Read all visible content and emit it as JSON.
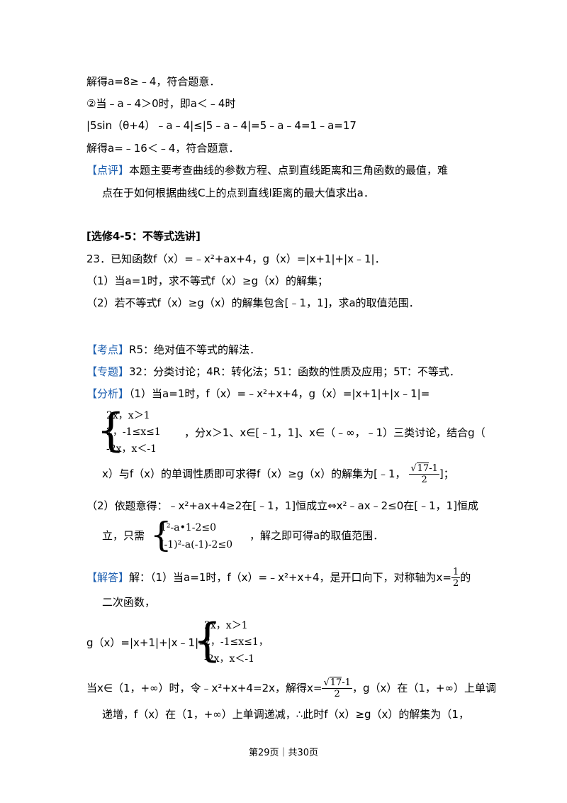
{
  "lines": {
    "l1": "解得a=8≥﹣4，符合题意．",
    "l2": "②当﹣a﹣4＞0时，即a＜﹣4时",
    "l3": "|5sin（θ+4）﹣a﹣4|≤|5﹣a﹣4|=5﹣a﹣4=1﹣a=17",
    "l4": "解得a=﹣16＜﹣4，符合题意．",
    "comment_tag": "【点评】",
    "comment_text": "本题主要考查曲线的参数方程、点到直线距离和三角函数的最值，难",
    "comment_text2": "点在于如何根据曲线C上的点到直线l距离的最大值求出a．",
    "section": "[选修4-5：不等式选讲]",
    "q23": "23．已知函数f（x）=﹣x²+ax+4，g（x）=|x+1|+|x﹣1|．",
    "q23_1": "（1）当a=1时，求不等式f（x）≥g（x）的解集；",
    "q23_2": "（2）若不等式f（x）≥g（x）的解集包含[﹣1，1]，求a的取值范围．",
    "kaodian_tag": "【考点】",
    "kaodian_text": "R5：绝对值不等式的解法．",
    "zhuanti_tag": "【专题】",
    "zhuanti_text": "32：分类讨论；4R：转化法；51：函数的性质及应用；5T：不等式．",
    "fenxi_tag": "【分析】",
    "fenxi_text": "（1）当a=1时，f（x）=﹣x²+x+4，g（x）=|x+1|+|x﹣1|=",
    "fenxi_case1": "2x，x＞1",
    "fenxi_case2": "2，-1≤x≤1",
    "fenxi_case3": "-2x，x＜-1",
    "fenxi_mid": "，分x＞1、x∈[﹣1，1]、x∈（﹣∞，﹣1）三类讨论，结合g（",
    "fenxi_line2": "x）与f（x）的单调性质即可求得f（x）≥g（x）的解集为[﹣1，",
    "frac_num": "17",
    "frac_tail": "-1",
    "frac_den": "2",
    "fenxi_line2_end": "]；",
    "fenxi_p2": "（2）依题意得：﹣x²+ax+4≥2在[﹣1，1]恒成立⇔x²﹣ax﹣2≤0在[﹣1，1]恒成",
    "fenxi_p2b": "立，只需",
    "fenxi_sys1": "1²-a•1-2≤0",
    "fenxi_sys2": "(-1)²-a(-1)-2≤0",
    "fenxi_p2c": "，解之即可得a的取值范围．",
    "jieda_tag": "【解答】",
    "jieda_text": "解：（1）当a=1时，f（x）=﹣x²+x+4，是开口向下，对称轴为x=",
    "jieda_half_num": "1",
    "jieda_half_den": "2",
    "jieda_end": "的",
    "jieda_line2": "二次函数，",
    "g_def": "g（x）=|x+1|+|x﹣1|=",
    "g_case1": "2x，x＞1",
    "g_case2": "2，-1≤x≤1，",
    "g_case3": "-2x，x＜-1",
    "last1a": "当x∈（1，+∞）时，令﹣x²+x+4=2x，解得x=",
    "last1_num": "17",
    "last1_tail": "-1",
    "last1_den": "2",
    "last1b": "，g（x）在（1，+∞）上单调",
    "last2": "递增，f（x）在（1，+∞）上单调递减，∴此时f（x）≥g（x）的解集为（1，",
    "footer": "第29页｜共30页"
  },
  "colors": {
    "tag": "#1d5fb0",
    "text": "#000000"
  }
}
